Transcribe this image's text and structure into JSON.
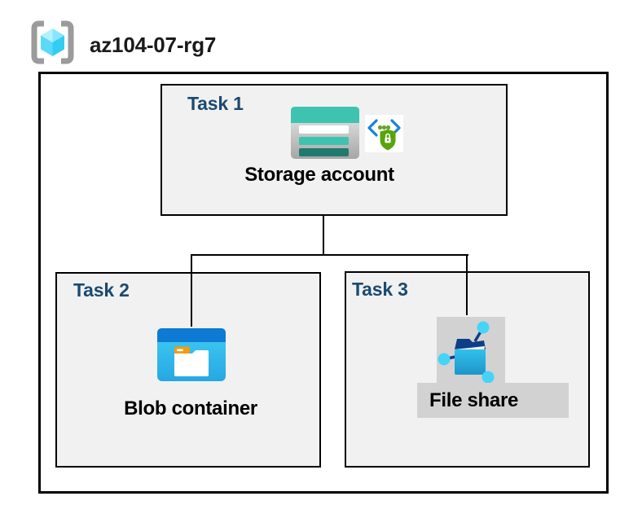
{
  "header": {
    "resource_group_name": "az104-07-rg7",
    "resource_group_icon": "resource-group-icon"
  },
  "tasks": [
    {
      "label": "Task 1",
      "item": "Storage account",
      "icons": [
        "storage-account-icon",
        "access-keys-shield-icon"
      ]
    },
    {
      "label": "Task 2",
      "item": "Blob container",
      "icons": [
        "blob-container-icon"
      ]
    },
    {
      "label": "Task 3",
      "item": "File share",
      "icons": [
        "file-share-icon"
      ],
      "highlighted": true
    }
  ],
  "colors": {
    "task_label_navy": "#1b4a70",
    "box_fill_gray": "#f1f1f1",
    "highlight_gray": "#d2d2d2",
    "border_black": "#000000",
    "storage_teal": "#3ec3b1",
    "storage_teal_dark": "#20796f",
    "blob_top_blue": "#0e7ad3",
    "blob_body_cyan": "#35c8f0",
    "fileshare_navy": "#0e3e87",
    "fileshare_cyan": "#2fbde9",
    "node_cyan": "#45d4f7",
    "shield_green": "#57a40c",
    "chevron_blue": "#1583de",
    "dot_green": "#6aa32a",
    "bracket_gray": "#9b9b9b",
    "cube_cyan_light": "#b5f0ff",
    "cube_cyan": "#5adaf8",
    "cube_cyan_dark": "#33ccf2"
  }
}
